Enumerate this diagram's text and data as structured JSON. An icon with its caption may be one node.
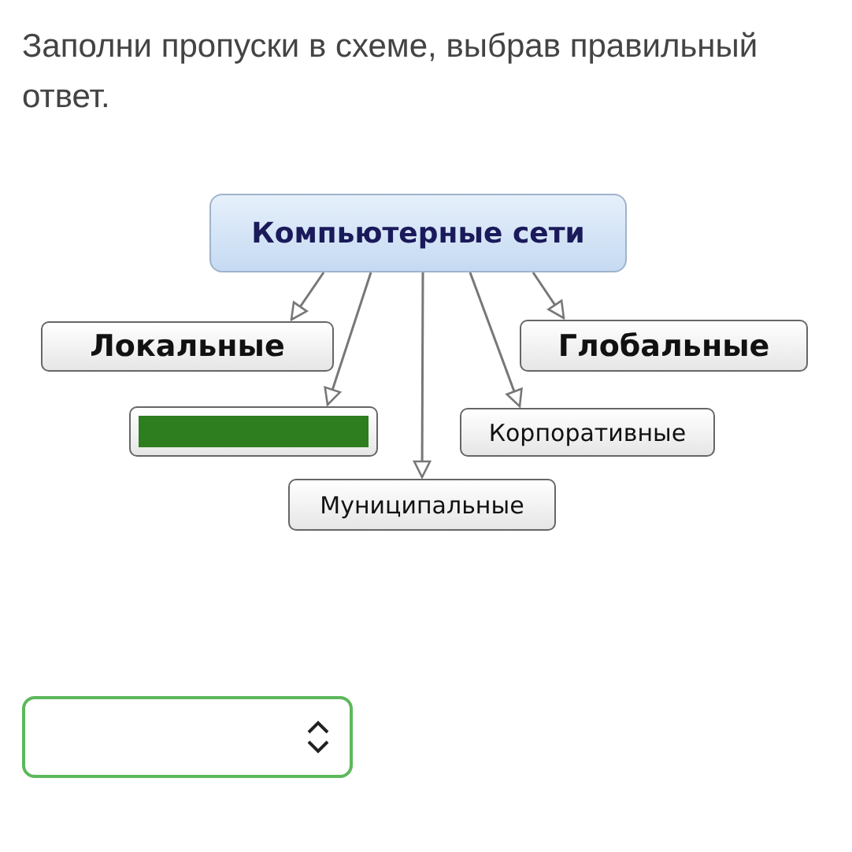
{
  "diagram": {
    "title": "Заполни пропуски в схеме, выбрав правильный ответ.",
    "nodes": [
      {
        "text": [
          "Компьютерные сети"
        ]
      },
      {
        "text": [
          "Локальные"
        ]
      },
      {
        "text": [
          "Глобальные"
        ]
      },
      {
        "text": [],
        "shape": "bar"
      },
      {
        "text": [
          "Корпоративные"
        ]
      },
      {
        "text": [
          "Муниципальные"
        ]
      }
    ],
    "edges": [
      {
        "from": 0,
        "to": 1,
        "arrow": "to"
      },
      {
        "from": 0,
        "to": 2,
        "arrow": "to"
      },
      {
        "from": 0,
        "to": 3,
        "arrow": "to"
      },
      {
        "from": 0,
        "to": 4,
        "arrow": "to"
      },
      {
        "from": 0,
        "to": 5,
        "arrow": "to"
      }
    ]
  }
}
